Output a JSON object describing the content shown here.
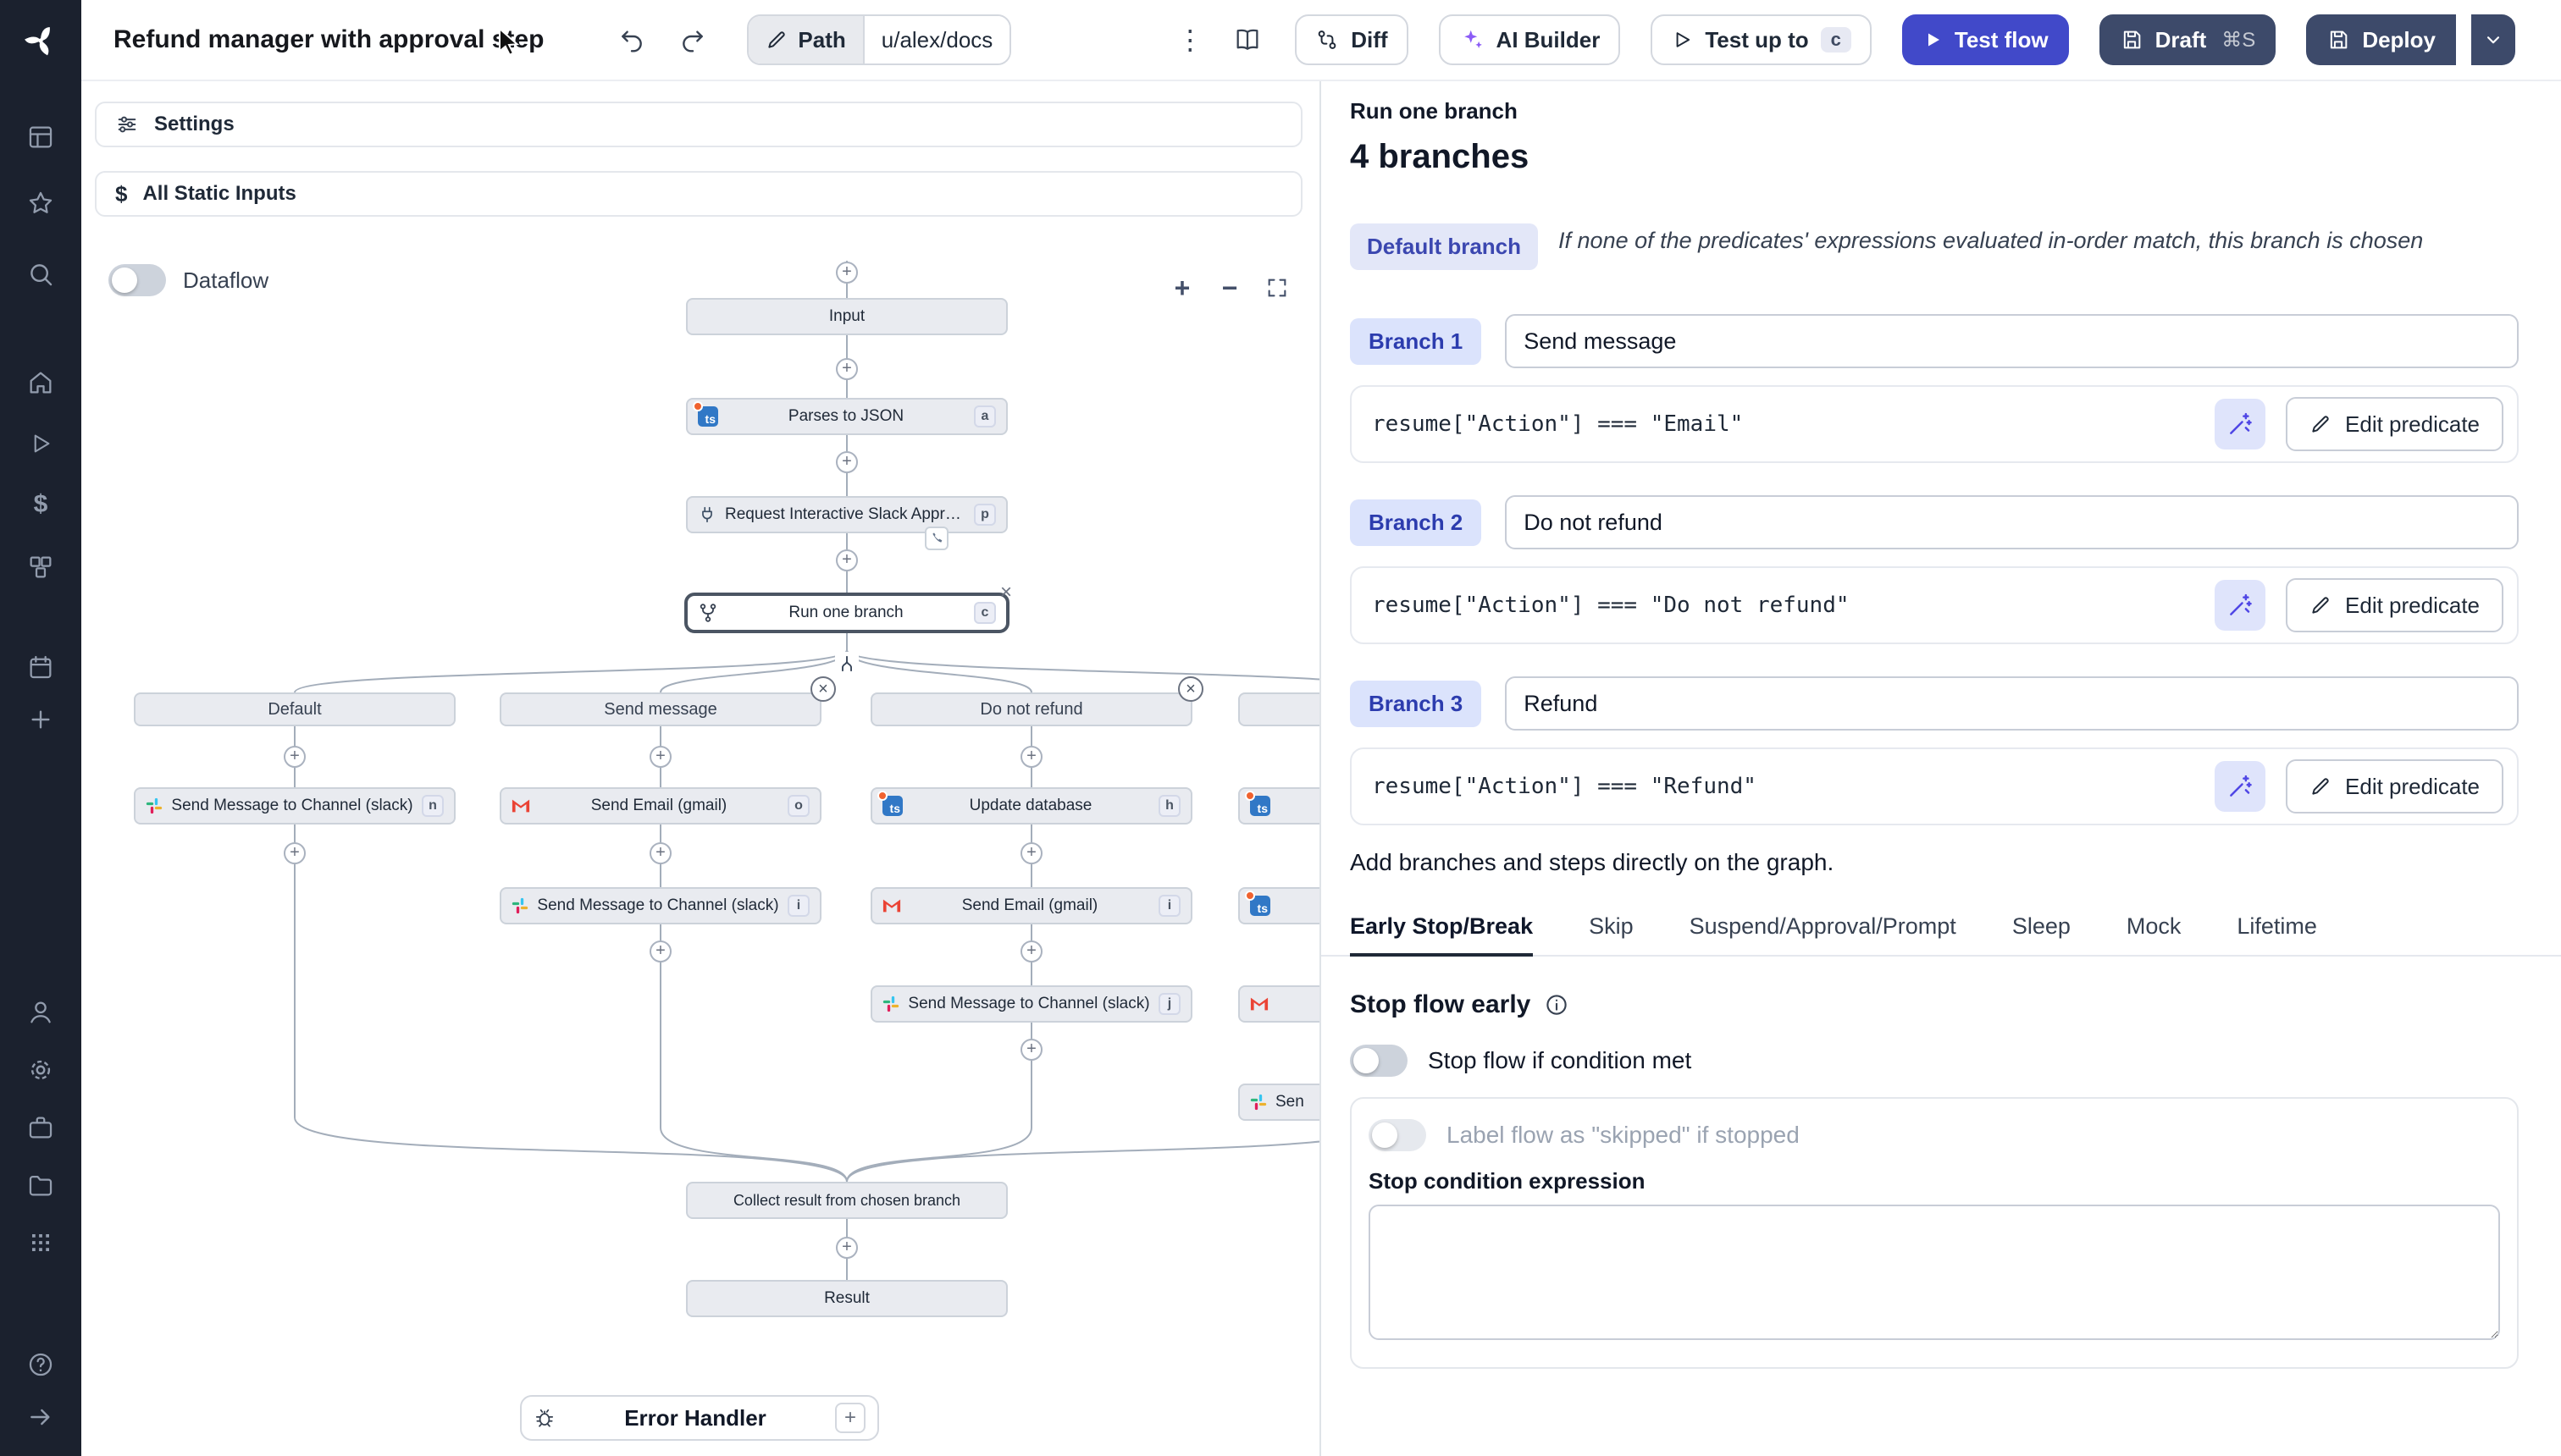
{
  "topbar": {
    "title": "Refund manager with approval step",
    "path_label": "Path",
    "path_value": "u/alex/docs",
    "diff_label": "Diff",
    "ai_builder_label": "AI Builder",
    "test_up_to_label": "Test up to",
    "test_up_to_badge": "c",
    "test_flow_label": "Test flow",
    "draft_label": "Draft",
    "draft_shortcut": "⌘S",
    "deploy_label": "Deploy"
  },
  "flow_panel": {
    "settings_label": "Settings",
    "static_inputs_label": "All Static Inputs",
    "dataflow_label": "Dataflow"
  },
  "graph": {
    "input_label": "Input",
    "steps": {
      "parse": {
        "label": "Parses to JSON",
        "badge": "a"
      },
      "approval": {
        "label": "Request Interactive Slack Approval (...",
        "badge": "p"
      },
      "run_one_branch": {
        "label": "Run one branch",
        "badge": "c"
      }
    },
    "columns": [
      {
        "header": "Default",
        "steps": [
          {
            "label": "Send Message to Channel (slack)",
            "badge": "n"
          }
        ]
      },
      {
        "header": "Send message",
        "steps": [
          {
            "label": "Send Email (gmail)",
            "badge": "o"
          },
          {
            "label": "Send Message to Channel (slack)",
            "badge": "i"
          }
        ]
      },
      {
        "header": "Do not refund",
        "steps": [
          {
            "label": "Update database",
            "badge": "h"
          },
          {
            "label": "Send Email (gmail)",
            "badge": "i"
          },
          {
            "label": "Send Message to Channel (slack)",
            "badge": "j"
          }
        ]
      },
      {
        "header": "",
        "steps": [
          {
            "label": ""
          },
          {
            "label": ""
          },
          {
            "label": ""
          },
          {
            "label": "Sen"
          }
        ]
      }
    ],
    "collect_label": "Collect result from chosen branch",
    "result_label": "Result",
    "error_handler_label": "Error Handler"
  },
  "panel": {
    "node_title": "Run one branch",
    "heading": "4 branches",
    "default_branch_label": "Default branch",
    "default_branch_description": "If none of the predicates' expressions evaluated in-order match, this branch is chosen",
    "branches": [
      {
        "label": "Branch 1",
        "summary": "Send message",
        "predicate": "resume[\"Action\"] === \"Email\""
      },
      {
        "label": "Branch 2",
        "summary": "Do not refund",
        "predicate": "resume[\"Action\"] === \"Do not refund\""
      },
      {
        "label": "Branch 3",
        "summary": "Refund",
        "predicate": "resume[\"Action\"] === \"Refund\""
      }
    ],
    "edit_predicate_label": "Edit predicate",
    "add_hint": "Add branches and steps directly on the graph.",
    "tabs": [
      "Early Stop/Break",
      "Skip",
      "Suspend/Approval/Prompt",
      "Sleep",
      "Mock",
      "Lifetime"
    ],
    "active_tab": "Early Stop/Break",
    "early_stop": {
      "title": "Stop flow early",
      "condition_toggle_label": "Stop flow if condition met",
      "skipped_toggle_label": "Label flow as \"skipped\" if stopped",
      "expression_label": "Stop condition expression",
      "expression_value": ""
    }
  },
  "icons": {
    "typescript": "ts",
    "dollar": "$",
    "kebab": "⋮",
    "help": "?"
  },
  "colors": {
    "primary_button": "#4149c9",
    "secondary_button": "#3d4a6a",
    "accent": "#4f46e5",
    "sidebar_bg": "#1b212e"
  }
}
